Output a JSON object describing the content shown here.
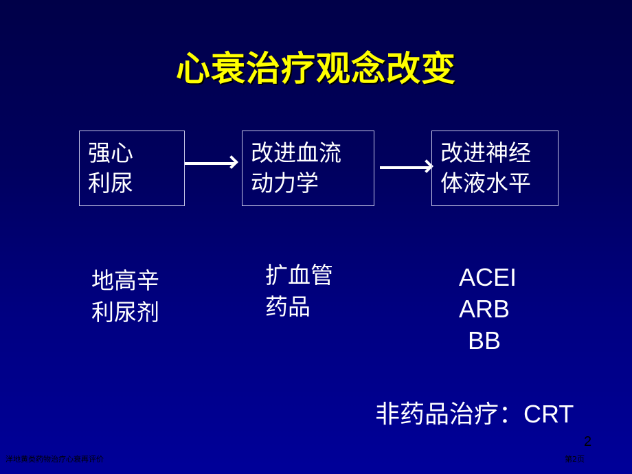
{
  "slide": {
    "title": "心衰治疗观念改变",
    "flow": {
      "boxes": [
        {
          "line1": "强心",
          "line2": "利尿"
        },
        {
          "line1": "改进血流",
          "line2": "动力学"
        },
        {
          "line1": "改进神经",
          "line2": "体液水平"
        }
      ],
      "arrows": [
        "arrow-right",
        "arrow-right"
      ]
    },
    "drugs": {
      "col1": {
        "line1": "地高辛",
        "line2": "利尿剂"
      },
      "col2": {
        "line1": "扩血管",
        "line2": "药品"
      },
      "col3": {
        "line1": "ACEI",
        "line2": "ARB",
        "line3": "BB"
      }
    },
    "non_drug": {
      "label": "非药品治疗：",
      "value": "CRT"
    },
    "slide_number": "2",
    "footer": {
      "left": "洋地黄类药物治疗心衰再评价",
      "right": "第2页"
    },
    "colors": {
      "title": "#ffff00",
      "text": "#ffffff",
      "bg_top": "#000048",
      "bg_bottom": "#000099"
    }
  }
}
